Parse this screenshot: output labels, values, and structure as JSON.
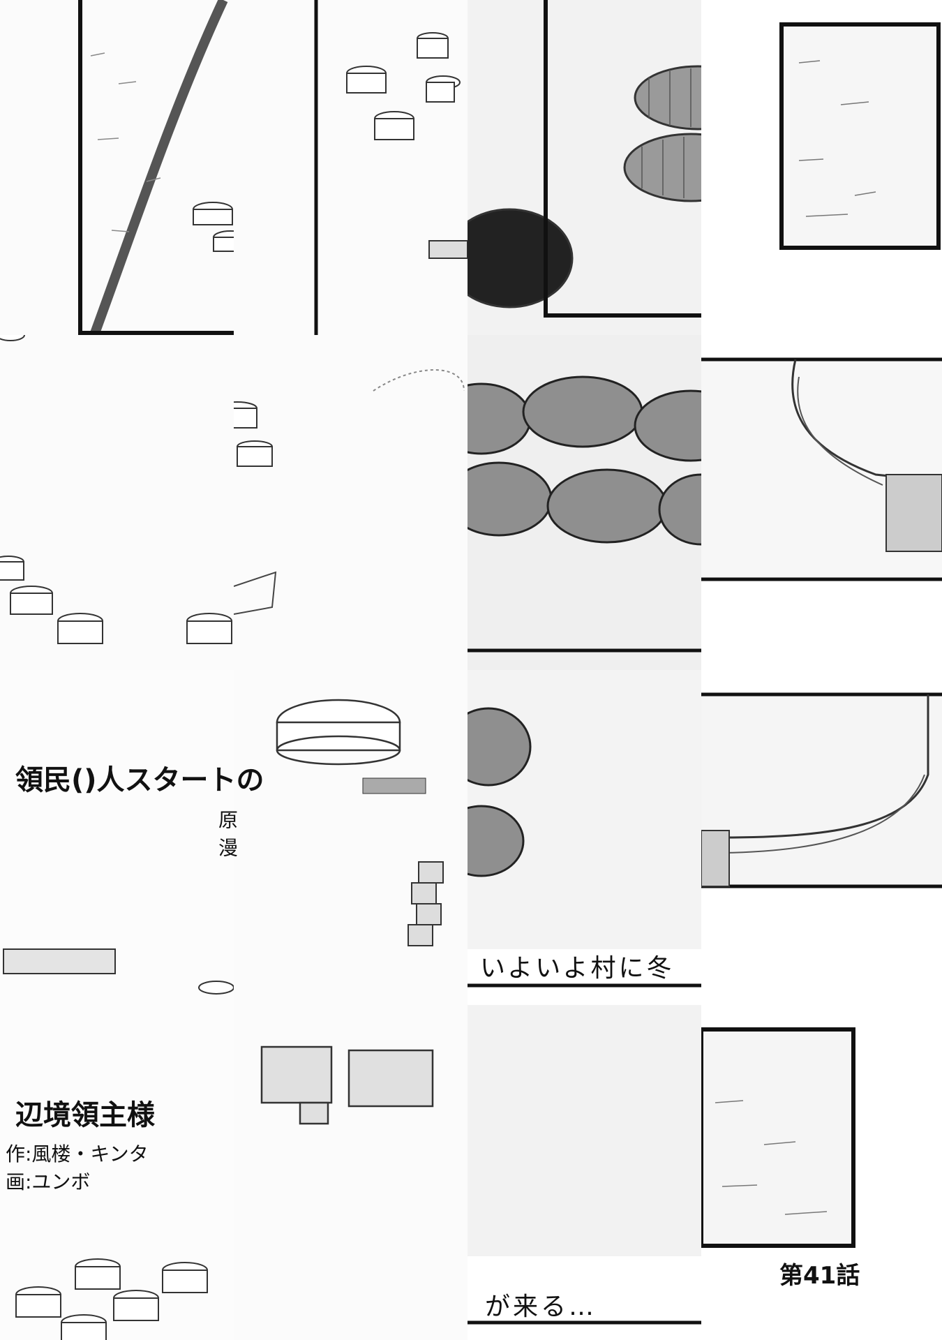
{
  "title": {
    "line1": "領民()人スタートの",
    "line2": "辺境領主様"
  },
  "credits": {
    "orig_label": "原",
    "art_label": "漫",
    "original_work": "作:風楼・キンタ",
    "artwork": "画:ユンボ"
  },
  "narration": {
    "part1": "いよいよ村に冬",
    "part2": "が来る…"
  },
  "chapter_label": "第41話"
}
